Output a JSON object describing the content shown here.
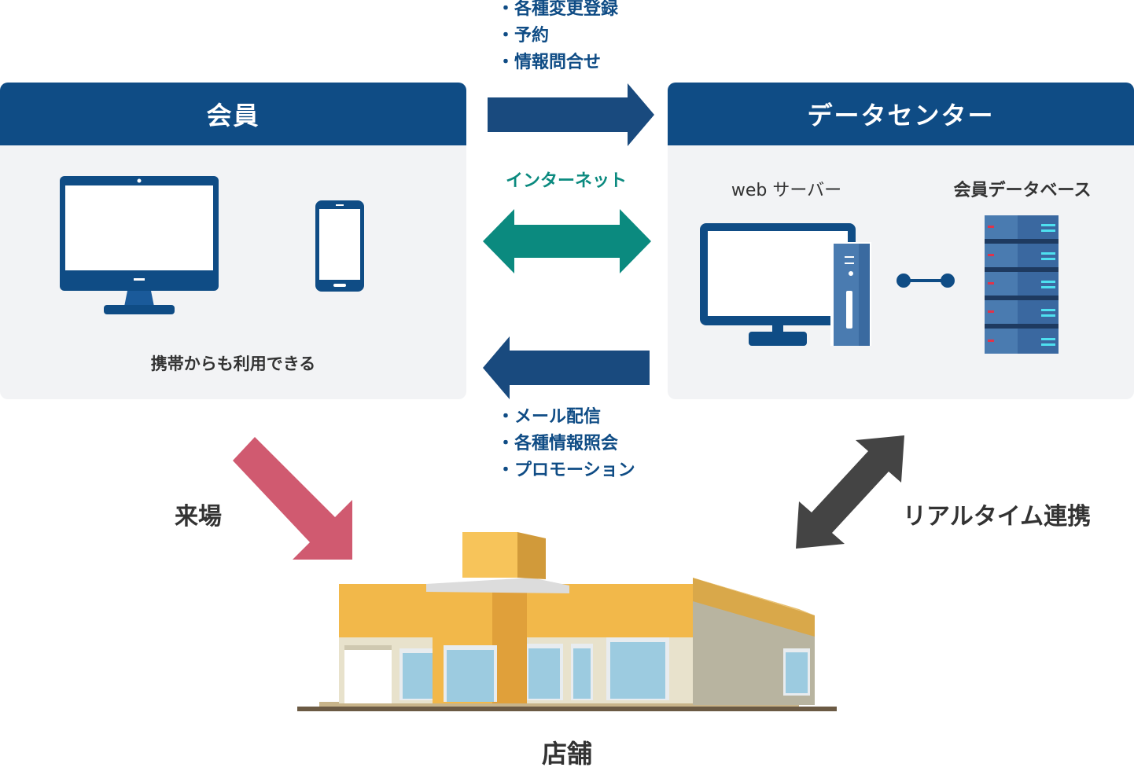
{
  "member": {
    "title": "会員",
    "caption": "携帯からも利用できる"
  },
  "datacenter": {
    "title": "データセンター",
    "web_server_label": "web サーバー",
    "db_label": "会員データベース"
  },
  "flows": {
    "to_datacenter_items": [
      "各種変更登録",
      "予約",
      "情報問合せ"
    ],
    "internet_label": "インターネット",
    "from_datacenter_items": [
      "メール配信",
      "各種情報照会",
      "プロモーション"
    ]
  },
  "visit_label": "来場",
  "realtime_label": "リアルタイム連携",
  "store_label": "店舗",
  "colors": {
    "navy": "#0f4c85",
    "teal": "#0b8a7f",
    "pink": "#d05a70",
    "dark_gray": "#444444",
    "panel_bg": "#f2f3f5"
  }
}
